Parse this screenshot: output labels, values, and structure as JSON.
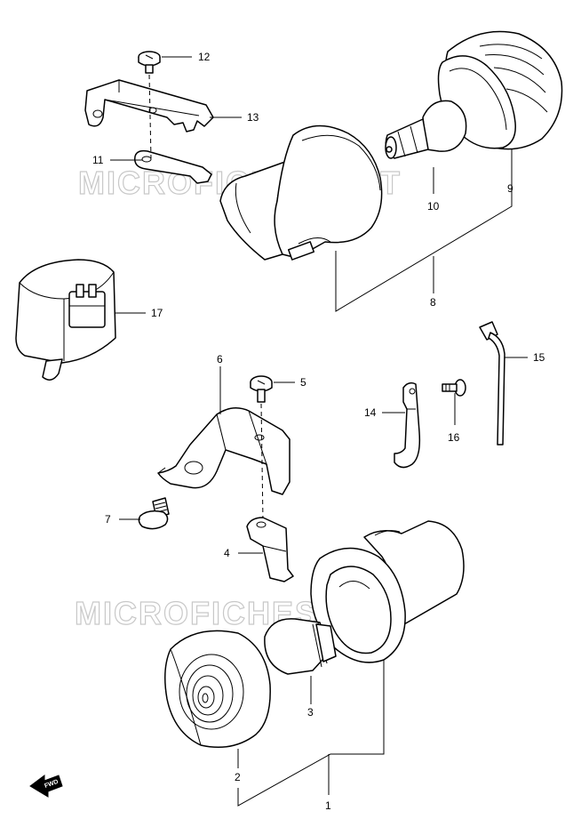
{
  "watermark": "MICROFICHES.NET",
  "fwd_label": "FWD",
  "callouts": {
    "c1": "1",
    "c2": "2",
    "c3": "3",
    "c4": "4",
    "c5": "5",
    "c6": "6",
    "c7": "7",
    "c8": "8",
    "c9": "9",
    "c10": "10",
    "c11": "11",
    "c12": "12",
    "c13": "13",
    "c14": "14",
    "c15": "15",
    "c16": "16",
    "c17": "17"
  }
}
